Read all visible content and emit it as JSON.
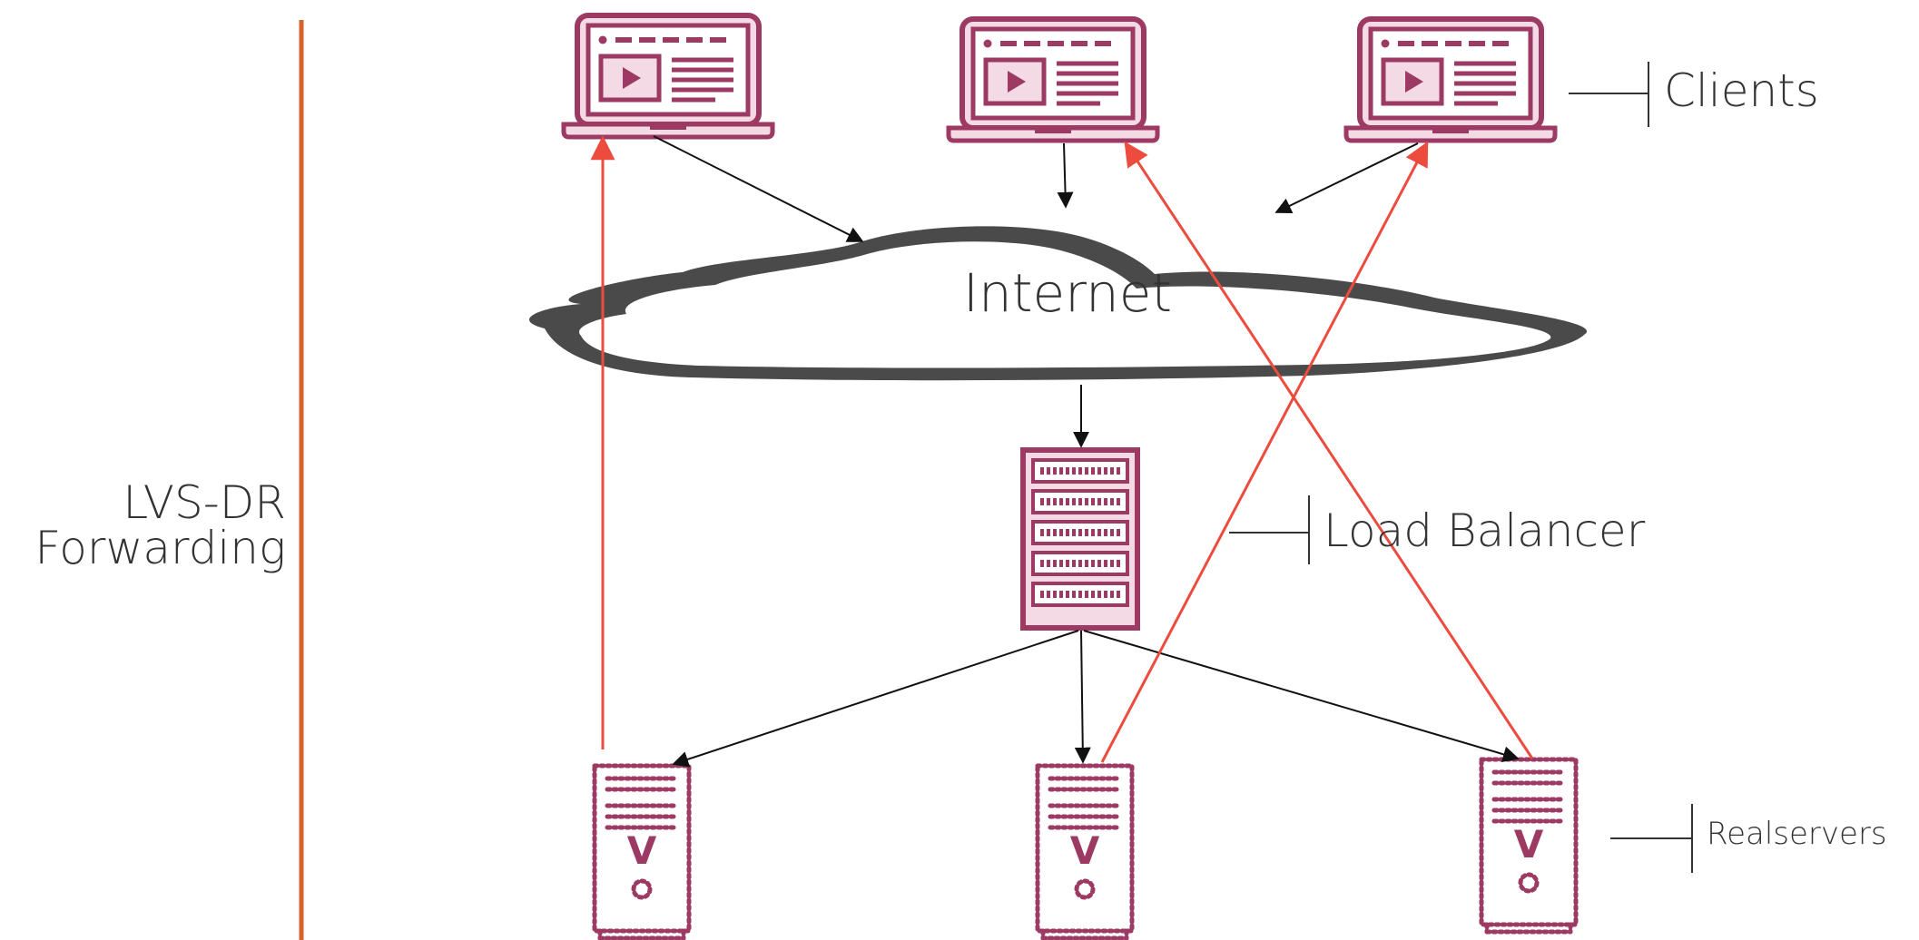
{
  "title": {
    "line1": "LVS-DR",
    "line2": "Forwarding"
  },
  "labels": {
    "clients": "Clients",
    "internet": "Internet",
    "load_balancer": "Load Balancer",
    "realservers": "Realservers"
  },
  "nodes": {
    "clients": [
      {
        "name": "client-1",
        "icon": "laptop-icon"
      },
      {
        "name": "client-2",
        "icon": "laptop-icon"
      },
      {
        "name": "client-3",
        "icon": "laptop-icon"
      }
    ],
    "internet": {
      "icon": "cloud-icon"
    },
    "load_balancer": {
      "icon": "server-rack-icon"
    },
    "realservers": [
      {
        "name": "realserver-1",
        "icon": "virtual-server-icon",
        "glyph": "V"
      },
      {
        "name": "realserver-2",
        "icon": "virtual-server-icon",
        "glyph": "V"
      },
      {
        "name": "realserver-3",
        "icon": "virtual-server-icon",
        "glyph": "V"
      }
    ]
  },
  "edges": {
    "requests": [
      {
        "from": "client-1",
        "to": "internet"
      },
      {
        "from": "client-2",
        "to": "internet"
      },
      {
        "from": "client-3",
        "to": "internet"
      },
      {
        "from": "internet",
        "to": "load-balancer"
      },
      {
        "from": "load-balancer",
        "to": "realserver-1"
      },
      {
        "from": "load-balancer",
        "to": "realserver-2"
      },
      {
        "from": "load-balancer",
        "to": "realserver-3"
      }
    ],
    "responses": [
      {
        "from": "realserver-1",
        "to": "client-1"
      },
      {
        "from": "realserver-2",
        "to": "client-3"
      },
      {
        "from": "realserver-3",
        "to": "client-2"
      }
    ]
  },
  "colors": {
    "accent_bar": "#d9622b",
    "icon_stroke": "#9c3a63",
    "icon_fill": "#f3dae4",
    "request_arrow": "#111111",
    "response_arrow": "#ee4b3f",
    "cloud_outline": "#4a4a4a",
    "text": "#333333"
  }
}
